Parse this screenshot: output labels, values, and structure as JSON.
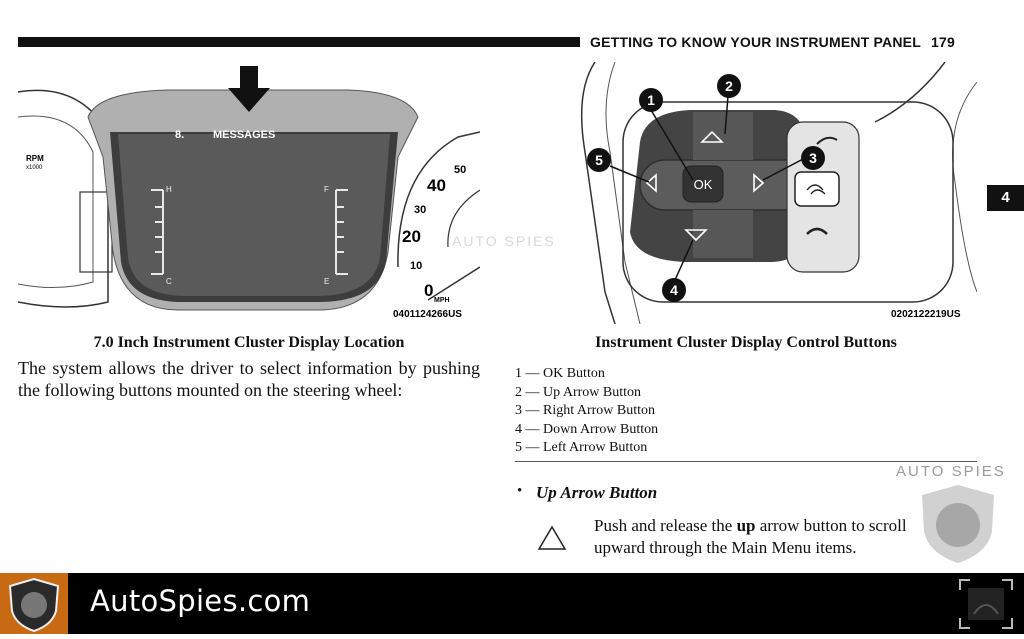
{
  "header": {
    "title": "GETTING TO KNOW YOUR INSTRUMENT PANEL",
    "page": "179"
  },
  "section_tab": "4",
  "figure_left": {
    "display_number": "8.",
    "display_title": "MESSAGES",
    "rpm_label": "RPM",
    "rpm_multiplier": "x1000",
    "temp_high": "H",
    "temp_low": "C",
    "fuel_full": "F",
    "fuel_empty": "E",
    "speed_ticks": [
      "50",
      "40",
      "30",
      "20",
      "10",
      "0"
    ],
    "speed_unit": "MPH",
    "code": "0401124266US",
    "caption": "7.0 Inch Instrument Cluster Display Location"
  },
  "figure_right": {
    "ok_label": "OK",
    "callouts": [
      "1",
      "2",
      "3",
      "4",
      "5"
    ],
    "code": "0202122219US",
    "caption": "Instrument Cluster Display Control Buttons"
  },
  "body_text": "The system allows the driver to select information by pushing the following buttons mounted on the steering wheel:",
  "legend": [
    "1 — OK Button",
    "2 — Up Arrow Button",
    "3 — Right Arrow Button",
    "4 — Down Arrow Button",
    "5 — Left Arrow Button"
  ],
  "bullet": {
    "title": "Up Arrow Button",
    "text_before": "Push and release the ",
    "text_bold": "up",
    "text_after_line1": " arrow button to scroll",
    "text_line2": "upward through the Main Menu items."
  },
  "watermark": "AUTO SPIES",
  "footer": {
    "site": "AutoSpies.com"
  }
}
